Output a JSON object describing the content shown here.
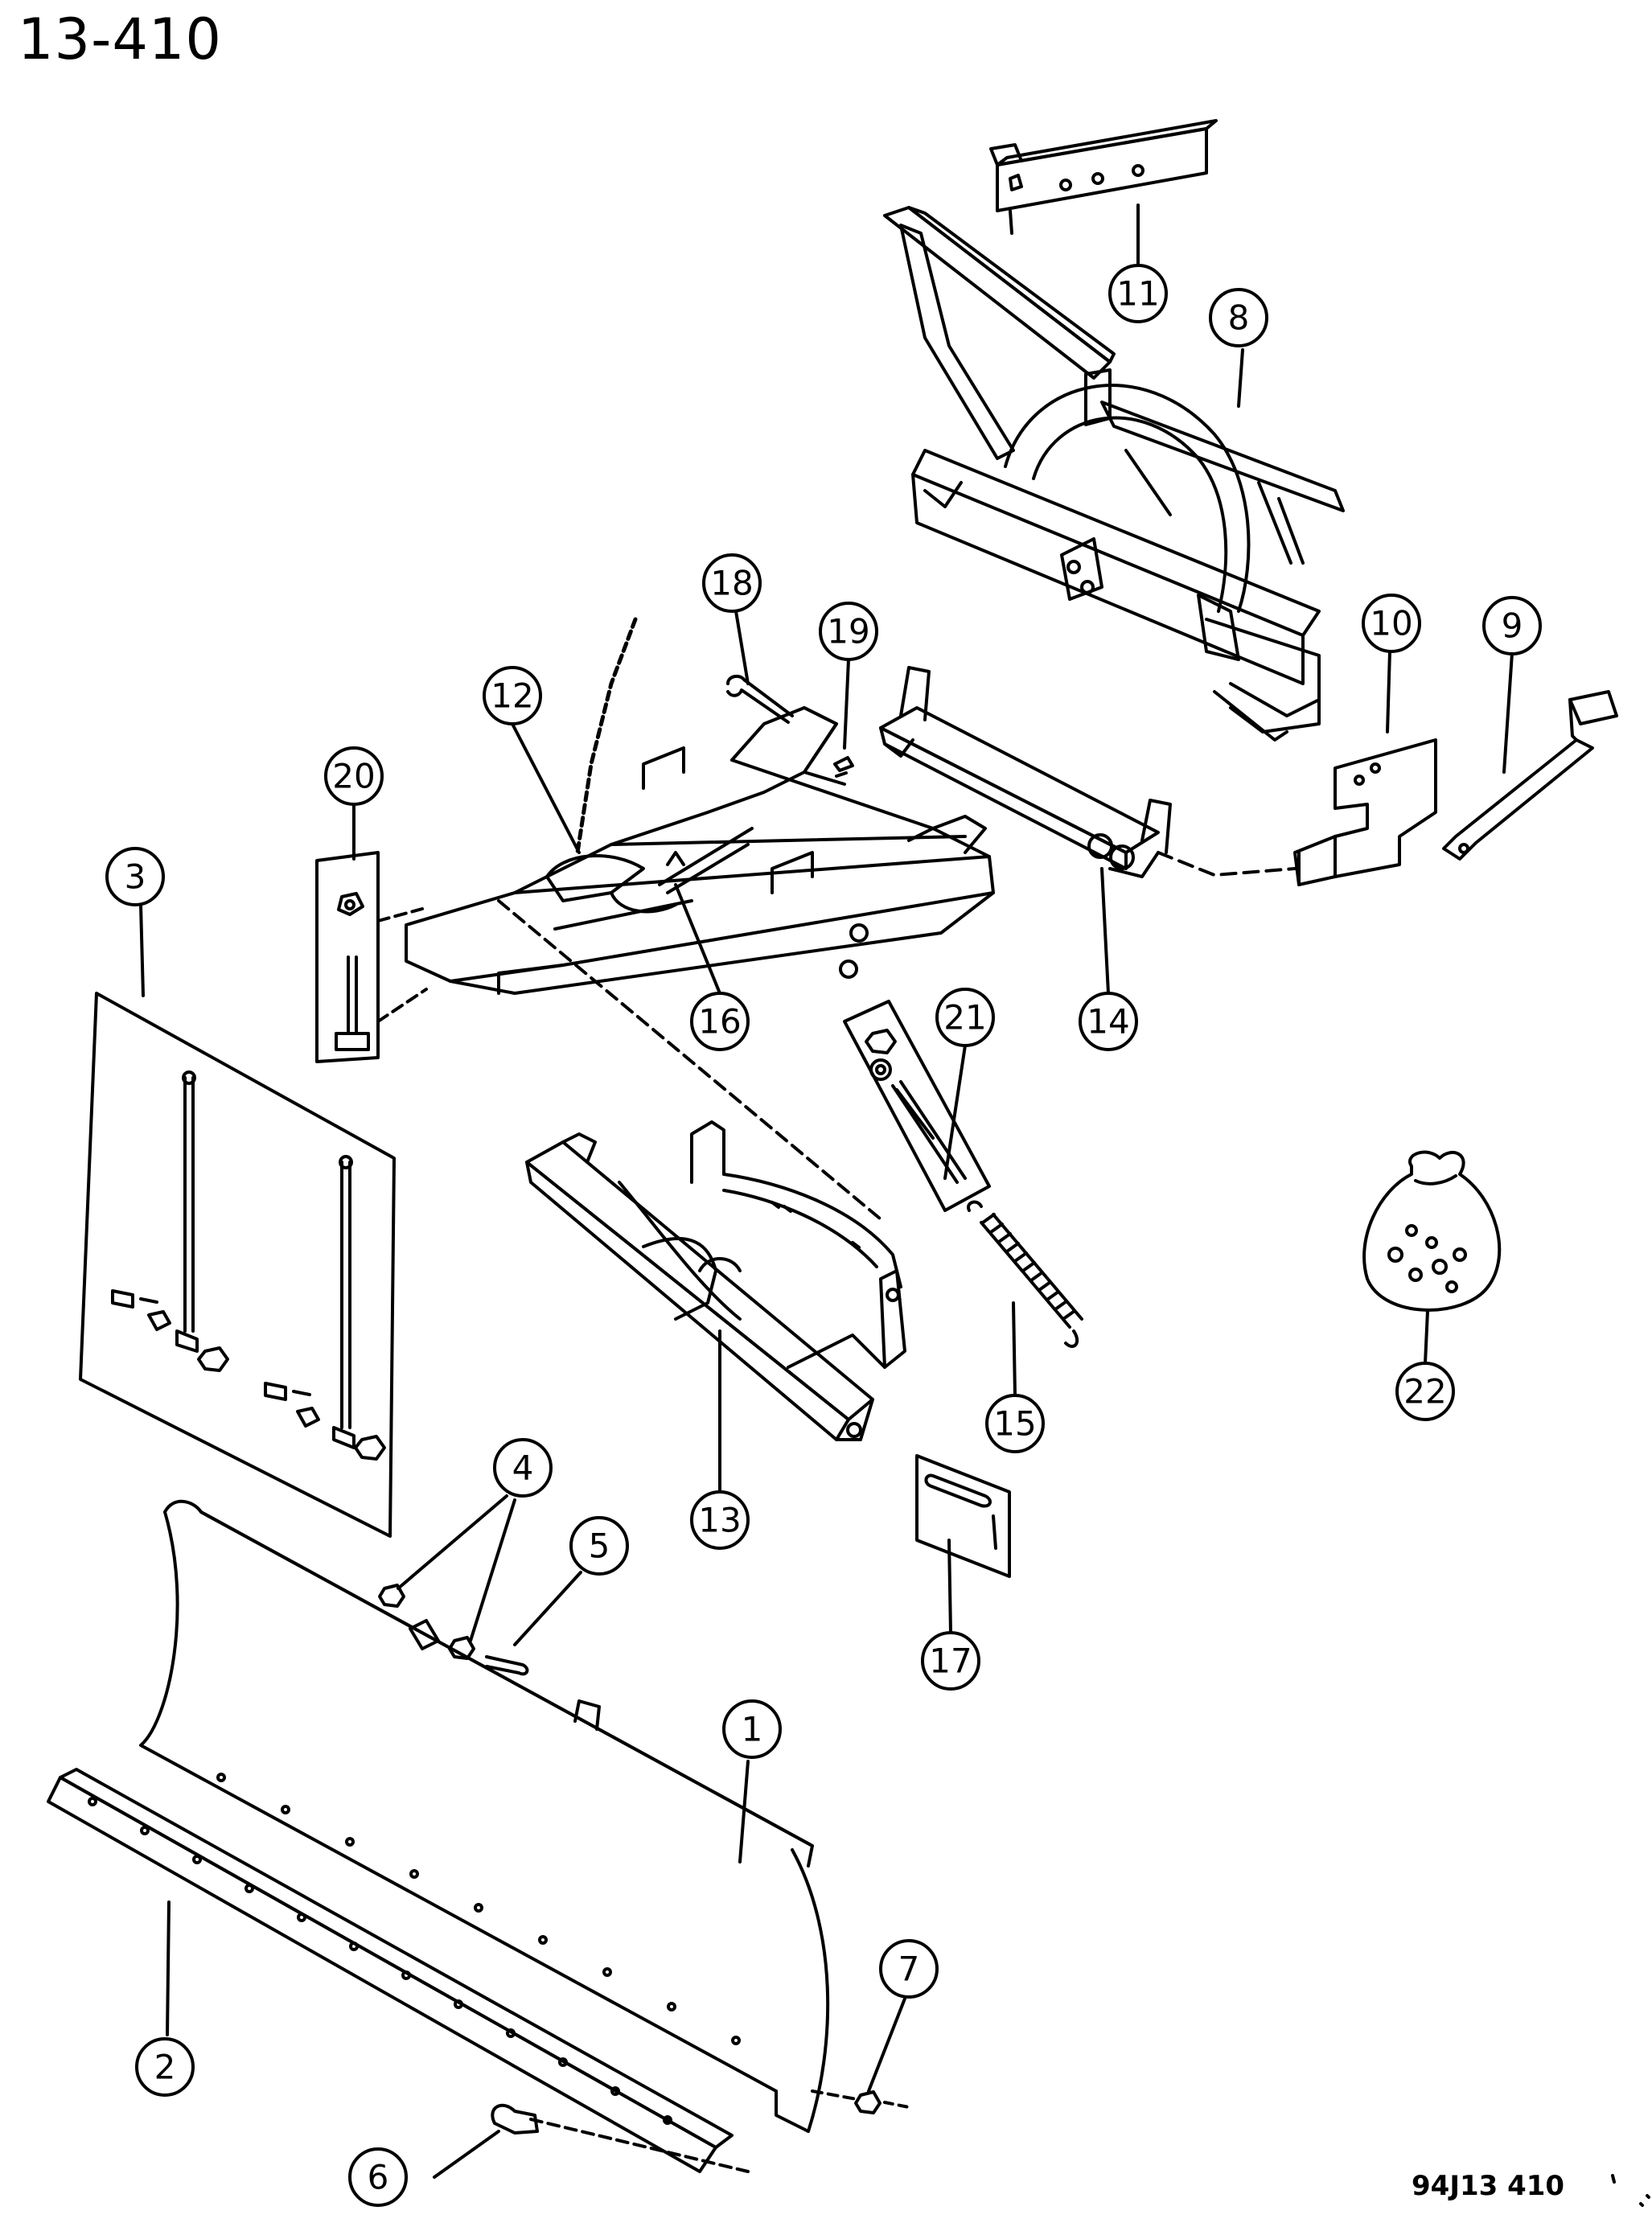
{
  "header": {
    "page_number": "13-410"
  },
  "footer": {
    "figure_code": "94J13 410"
  },
  "callouts": [
    "1",
    "2",
    "3",
    "4",
    "5",
    "6",
    "7",
    "8",
    "9",
    "10",
    "11",
    "12",
    "13",
    "14",
    "15",
    "16",
    "17",
    "18",
    "19",
    "20",
    "21",
    "22"
  ]
}
